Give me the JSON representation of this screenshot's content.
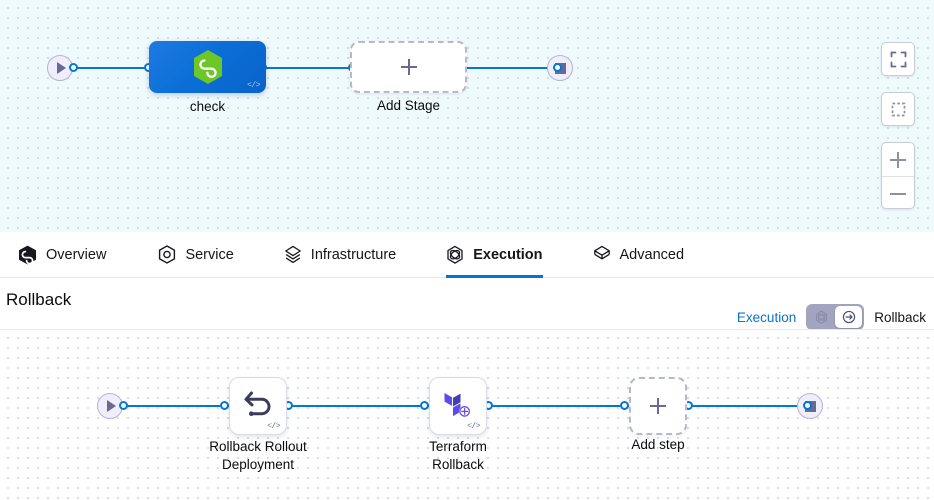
{
  "top_canvas": {
    "start_node": {
      "icon": "play-icon"
    },
    "end_node": {
      "icon": "stop-square-icon"
    },
    "stages": [
      {
        "id": "check",
        "label": "check",
        "icon": "harness-hexagon-icon",
        "badge": "</>",
        "type": "stage"
      },
      {
        "id": "add-stage",
        "label": "Add Stage",
        "icon": "plus-icon",
        "type": "add"
      }
    ]
  },
  "toolbar": {
    "buttons": [
      {
        "name": "fit-to-screen-button",
        "icon": "expand-corners-icon"
      },
      {
        "name": "zoom-to-selection-button",
        "icon": "dashed-square-icon"
      },
      {
        "name": "zoom-in-button",
        "icon": "plus-icon"
      },
      {
        "name": "zoom-out-button",
        "icon": "minus-icon"
      }
    ]
  },
  "tabs": [
    {
      "id": "overview",
      "label": "Overview",
      "icon": "harness-hexagon-icon",
      "active": false
    },
    {
      "id": "service",
      "label": "Service",
      "icon": "service-hexagon-icon",
      "active": false
    },
    {
      "id": "infrastructure",
      "label": "Infrastructure",
      "icon": "infrastructure-layers-icon",
      "active": false
    },
    {
      "id": "execution",
      "label": "Execution",
      "icon": "execution-icon",
      "active": true
    },
    {
      "id": "advanced",
      "label": "Advanced",
      "icon": "advanced-cube-icon",
      "active": false
    }
  ],
  "rollback_panel": {
    "title": "Rollback",
    "toggle": {
      "left_label": "Execution",
      "right_label": "Rollback",
      "selected": "Rollback",
      "left_icon": "execution-icon",
      "right_icon": "rollback-arrow-icon"
    }
  },
  "bottom_canvas": {
    "start_node": {
      "icon": "play-icon"
    },
    "end_node": {
      "icon": "stop-square-icon"
    },
    "steps": [
      {
        "id": "rollback-rollout-deployment",
        "label": "Rollback Rollout\nDeployment",
        "icon": "undo-arrow-icon",
        "badge": "</>",
        "type": "step"
      },
      {
        "id": "terraform-rollback",
        "label": "Terraform\nRollback",
        "icon": "terraform-icon",
        "badge": "</>",
        "type": "step"
      },
      {
        "id": "add-step",
        "label": "Add step",
        "icon": "plus-icon",
        "type": "add"
      }
    ]
  },
  "colors": {
    "connector": "#0278d5",
    "accent": "#0b72d0",
    "stage_blue": "#0b6fd8",
    "harness_green": "#6cc727",
    "terraform_purple": "#5c4ee5",
    "terminal_fill": "#f0eefb",
    "canvas_top_bg": "#effafd",
    "canvas_bottom_bg": "#ffffff"
  }
}
